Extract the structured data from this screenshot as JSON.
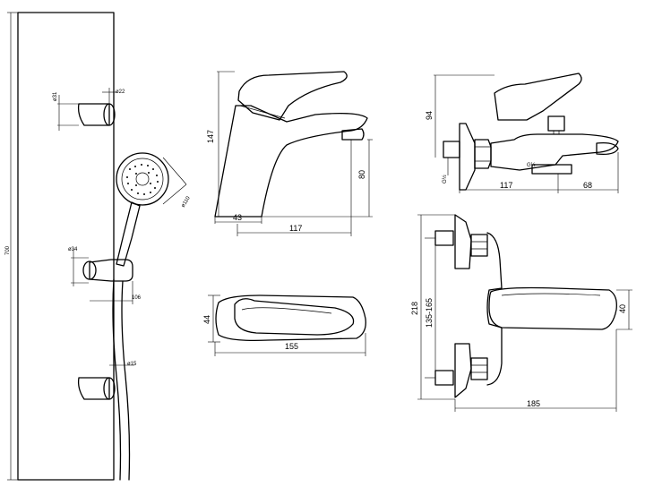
{
  "shower_rail": {
    "height": "700",
    "upper_bracket_dia": "ø31",
    "upper_pin_dia": "ø22",
    "slider_dia": "ø34",
    "slider_depth": "106",
    "hose_dia": "ø15",
    "handshower_dia": "ø110"
  },
  "basin_mixer_side": {
    "height": "147",
    "spout_height": "80",
    "base_offset": "43",
    "spout_reach": "117"
  },
  "basin_mixer_top": {
    "width": "44",
    "length": "155"
  },
  "bath_mixer_side": {
    "lever_height": "94",
    "inlet_thread": "G½",
    "outlet_thread": "G½",
    "body_length": "117",
    "spout_length": "68"
  },
  "bath_mixer_front": {
    "height": "218",
    "centres": "135-165",
    "lever_height": "40",
    "width": "185"
  }
}
